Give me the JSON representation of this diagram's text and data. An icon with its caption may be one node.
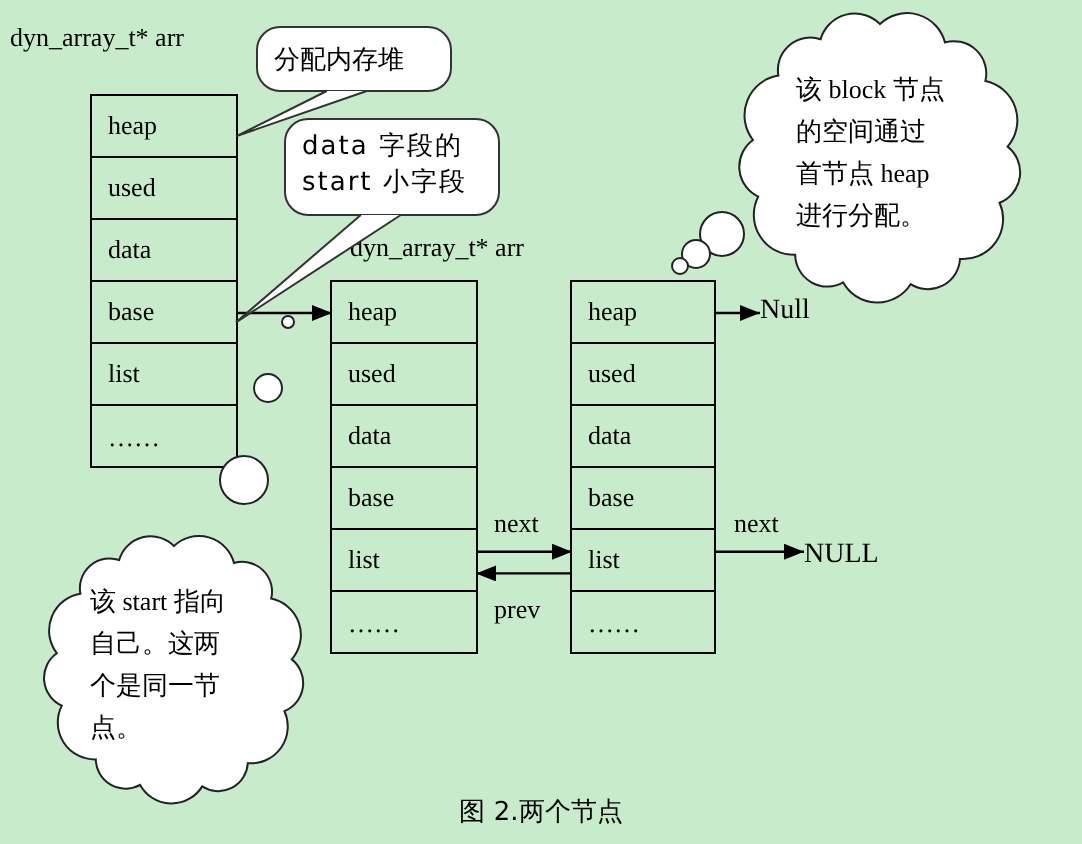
{
  "diagram": {
    "caption": "图 2.两个节点",
    "nodes": [
      {
        "text": [
          "dyn_array_t* arr"
        ]
      },
      {
        "text": [
          "heap"
        ],
        "in": 0
      },
      {
        "text": [
          "used"
        ],
        "in": 0
      },
      {
        "text": [
          "data"
        ],
        "in": 0
      },
      {
        "text": [
          "base"
        ],
        "in": 0
      },
      {
        "text": [
          "list"
        ],
        "in": 0
      },
      {
        "text": [
          "……"
        ],
        "in": 0
      },
      {
        "text": [
          "dyn_array_t* arr"
        ]
      },
      {
        "text": [
          "heap"
        ],
        "in": 7
      },
      {
        "text": [
          "used"
        ],
        "in": 7
      },
      {
        "text": [
          "data"
        ],
        "in": 7
      },
      {
        "text": [
          "base"
        ],
        "in": 7
      },
      {
        "text": [
          "list"
        ],
        "in": 7
      },
      {
        "text": [
          "……"
        ],
        "in": 7
      },
      {
        "text": [],
        "shape": "box"
      },
      {
        "text": [
          "heap"
        ],
        "in": 14
      },
      {
        "text": [
          "used"
        ],
        "in": 14
      },
      {
        "text": [
          "data"
        ],
        "in": 14
      },
      {
        "text": [
          "base"
        ],
        "in": 14
      },
      {
        "text": [
          "list"
        ],
        "in": 14
      },
      {
        "text": [
          "……"
        ],
        "in": 14
      },
      {
        "text": [
          "分配内存堆"
        ]
      },
      {
        "text": [
          "data 字段的 start 小字段"
        ]
      },
      {
        "text": [
          "该 block 节点的空间通过首节点 heap 进行分配。"
        ]
      },
      {
        "text": [
          "该 start 指向自己。这两个是同一节点。"
        ]
      },
      {
        "text": [
          "Null"
        ]
      },
      {
        "text": [
          "NULL"
        ]
      }
    ],
    "edges": [
      {
        "from": 4,
        "to": 8,
        "arrow": "to"
      },
      {
        "from": 12,
        "to": 19,
        "arrow": "to",
        "label": "next"
      },
      {
        "from": 19,
        "to": 12,
        "arrow": "to",
        "label": "prev"
      },
      {
        "from": 15,
        "to": 25,
        "arrow": "to"
      },
      {
        "from": 19,
        "to": 26,
        "arrow": "to",
        "label": "next"
      },
      {
        "from": 21,
        "to": 1,
        "arrow": "none"
      },
      {
        "from": 22,
        "to": 4,
        "arrow": "none"
      }
    ]
  }
}
